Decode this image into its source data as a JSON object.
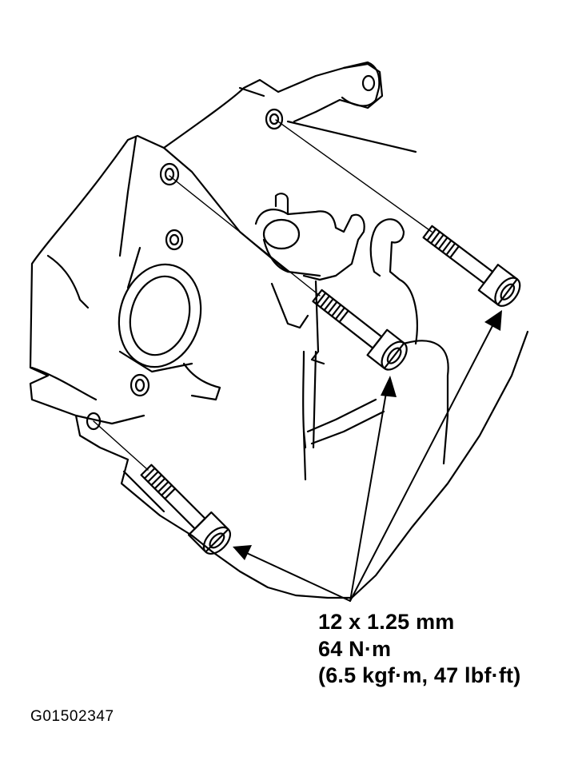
{
  "specification": {
    "bolt_size": "12 x 1.25 mm",
    "torque_nm": "64 N·m",
    "torque_alt": "(6.5 kgf·m, 47 lbf·ft)"
  },
  "figure_code": "G01502347",
  "colors": {
    "ink": "#000000",
    "background": "#ffffff"
  }
}
